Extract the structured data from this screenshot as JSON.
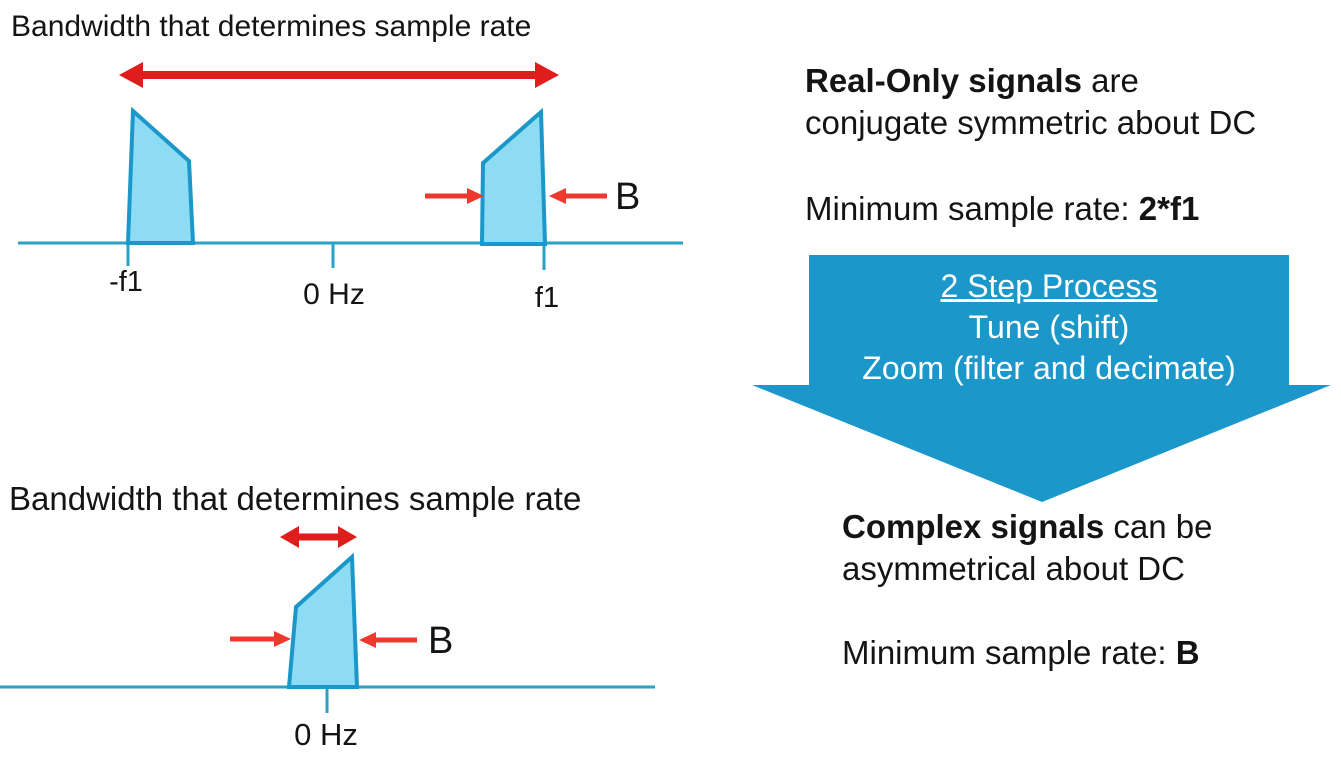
{
  "colors": {
    "red": "#e01d1d",
    "pointer_red": "#ee3a2e",
    "spectrum_fill": "#8edcf4",
    "spectrum_stroke": "#1b97c9",
    "axis_blue": "#2aa2c8",
    "process_arrow_blue": "#1b97c9",
    "text": "#141414",
    "background": "#ffffff"
  },
  "top_diagram": {
    "title": "Bandwidth that determines sample rate",
    "neg_f1_label": "-f1",
    "zero_label": "0 Hz",
    "f1_label": "f1",
    "bandwidth_label": "B"
  },
  "bottom_diagram": {
    "title": "Bandwidth that determines sample rate",
    "zero_label": "0 Hz",
    "bandwidth_label": "B"
  },
  "right_panel": {
    "real_line1_bold": "Real-Only signals",
    "real_line1_rest": " are",
    "real_line2": "conjugate symmetric about DC",
    "real_rate_prefix": "Minimum sample rate: ",
    "real_rate_bold": "2*f1",
    "process_step_title": "2 Step Process",
    "process_step_1": "Tune (shift)",
    "process_step_2": "Zoom (filter and decimate)",
    "complex_line1_bold": "Complex signals",
    "complex_line1_rest": " can be",
    "complex_line2": "asymmetrical about DC",
    "complex_rate_prefix": "Minimum sample rate: ",
    "complex_rate_bold": "B"
  }
}
